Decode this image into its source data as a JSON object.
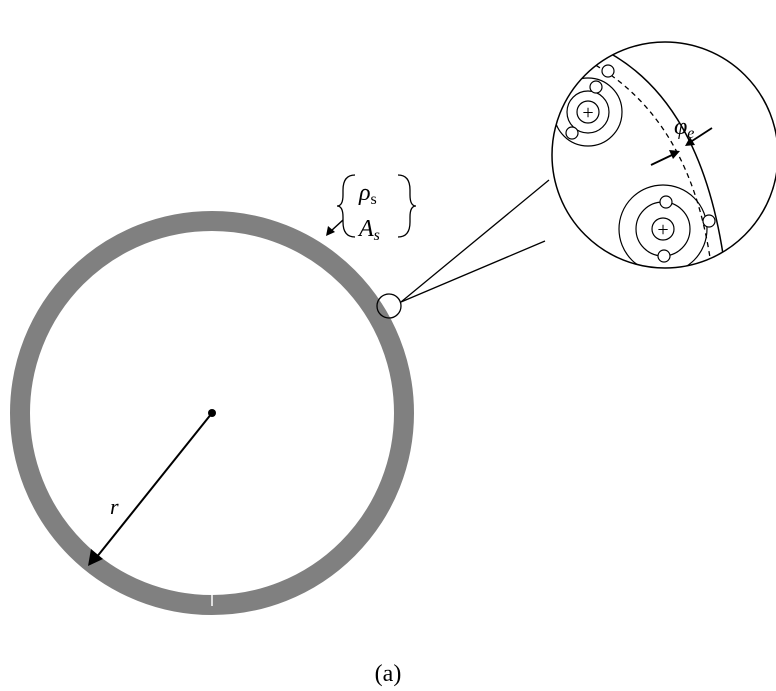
{
  "labels": {
    "rho_symbol": "ρ",
    "rho_sub": "s",
    "area_symbol": "A",
    "area_sub": "s",
    "radius": "r",
    "phi_symbol": "φ",
    "phi_sub": "e",
    "nucleus_plus": "+",
    "caption": "(a)"
  },
  "colors": {
    "shell": "#808080",
    "line": "#000000",
    "background": "#ffffff"
  }
}
